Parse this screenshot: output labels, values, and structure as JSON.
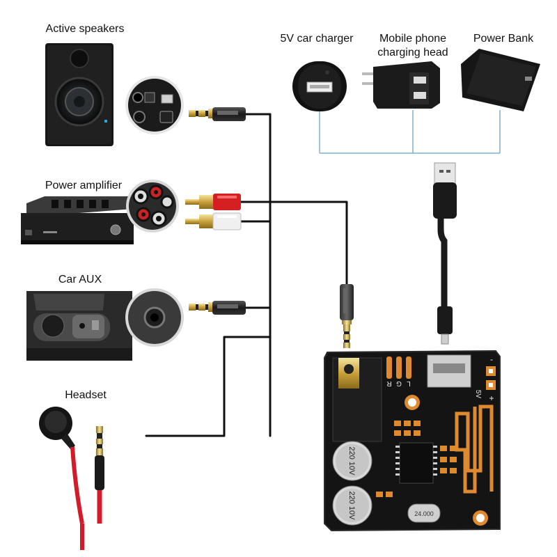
{
  "labels": {
    "active_speakers": "Active speakers",
    "power_amplifier": "Power amplifier",
    "car_aux": "Car AUX",
    "headset": "Headset",
    "car_charger": "5V car charger",
    "phone_head_line1": "Mobile phone",
    "phone_head_line2": "charging head",
    "power_bank": "Power Bank"
  },
  "board": {
    "cap_text_1": "220 10V",
    "cap_text_2": "220 10V",
    "crystal_text": "24.000",
    "pin_r": "R",
    "pin_g": "G",
    "pin_l": "L",
    "pin_plus": "+",
    "pin_minus": "-",
    "pin_5v": "5V"
  },
  "colors": {
    "wire": "#111111",
    "usb_link": "#7fb3c8",
    "rca_red": "#d42020",
    "headset_red": "#d21c2a",
    "board": "#141414"
  }
}
